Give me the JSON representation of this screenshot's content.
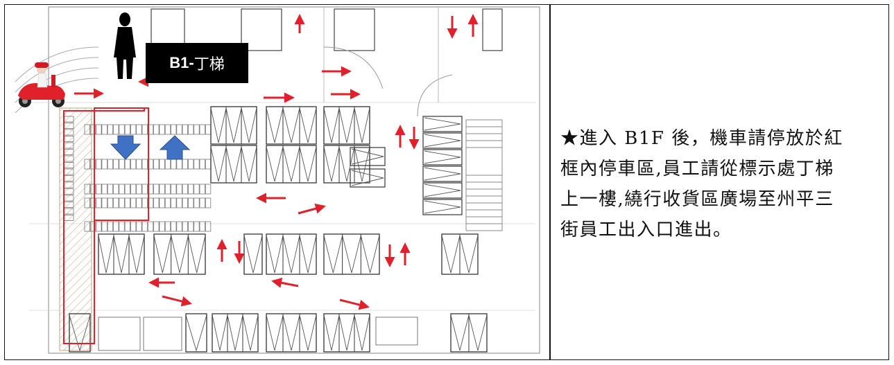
{
  "elevator_label": {
    "prefix": "B1-",
    "name": "丁梯"
  },
  "notice": {
    "lines": [
      "★進入 B1F 後，機車請停放於紅",
      "框內停車區,員工請從標示處丁梯",
      "上一樓,繞行收貨區廣場至州平三",
      "街員工出入口進出。"
    ]
  },
  "colors": {
    "route": "#e0202a",
    "arrow_blue": "#3f72c4",
    "outline": "#222222",
    "plan_line": "#9a9a9a"
  },
  "icons": [
    "person-icon",
    "scooter-icon",
    "down-arrow-icon",
    "up-arrow-icon"
  ]
}
